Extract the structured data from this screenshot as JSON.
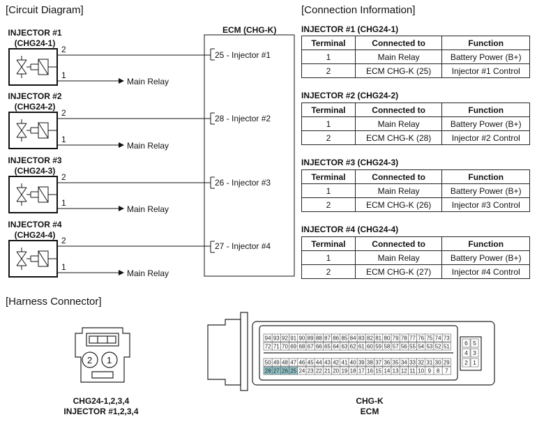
{
  "sections": {
    "circuit_diagram": "[Circuit Diagram]",
    "connection_info": "[Connection Information]",
    "harness_connector": "[Harness Connector]"
  },
  "ecm_label": "ECM (CHG-K)",
  "injectors": [
    {
      "name": "INJECTOR #1",
      "code": "(CHG24-1)",
      "pin_top": "2",
      "pin_bottom": "1",
      "relay": "Main Relay",
      "ecm_pin": "25 - Injector #1"
    },
    {
      "name": "INJECTOR #2",
      "code": "(CHG24-2)",
      "pin_top": "2",
      "pin_bottom": "1",
      "relay": "Main Relay",
      "ecm_pin": "28 - Injector #2"
    },
    {
      "name": "INJECTOR #3",
      "code": "(CHG24-3)",
      "pin_top": "2",
      "pin_bottom": "1",
      "relay": "Main Relay",
      "ecm_pin": "26 - Injector #3"
    },
    {
      "name": "INJECTOR #4",
      "code": "(CHG24-4)",
      "pin_top": "2",
      "pin_bottom": "1",
      "relay": "Main Relay",
      "ecm_pin": "27 - Injector #4"
    }
  ],
  "tables": [
    {
      "title": "INJECTOR #1 (CHG24-1)",
      "rows": [
        [
          "1",
          "Main Relay",
          "Battery Power (B+)"
        ],
        [
          "2",
          "ECM CHG-K (25)",
          "Injector #1 Control"
        ]
      ]
    },
    {
      "title": "INJECTOR #2 (CHG24-2)",
      "rows": [
        [
          "1",
          "Main Relay",
          "Battery Power (B+)"
        ],
        [
          "2",
          "ECM CHG-K (28)",
          "Injector #2 Control"
        ]
      ]
    },
    {
      "title": "INJECTOR #3 (CHG24-3)",
      "rows": [
        [
          "1",
          "Main Relay",
          "Battery Power (B+)"
        ],
        [
          "2",
          "ECM CHG-K (26)",
          "Injector #3 Control"
        ]
      ]
    },
    {
      "title": "INJECTOR #4 (CHG24-4)",
      "rows": [
        [
          "1",
          "Main Relay",
          "Battery Power (B+)"
        ],
        [
          "2",
          "ECM CHG-K (27)",
          "Injector #4 Control"
        ]
      ]
    }
  ],
  "table_headers": [
    "Terminal",
    "Connected to",
    "Function"
  ],
  "connector_pins": [
    "2",
    "1"
  ],
  "connector_caption": {
    "line1": "CHG24-1,2,3,4",
    "line2": "INJECTOR #1,2,3,4"
  },
  "ecm_caption": {
    "line1": "CHG-K",
    "line2": "ECM"
  },
  "ecm_rows": [
    [
      "94",
      "93",
      "92",
      "91",
      "90",
      "89",
      "88",
      "87",
      "86",
      "85",
      "84",
      "83",
      "82",
      "81",
      "80",
      "79",
      "78",
      "77",
      "76",
      "75",
      "74",
      "73"
    ],
    [
      "72",
      "71",
      "70",
      "69",
      "68",
      "67",
      "66",
      "65",
      "64",
      "63",
      "62",
      "61",
      "60",
      "59",
      "58",
      "57",
      "56",
      "55",
      "54",
      "53",
      "52",
      "51"
    ],
    [
      "50",
      "49",
      "48",
      "47",
      "46",
      "45",
      "44",
      "43",
      "42",
      "41",
      "40",
      "39",
      "38",
      "37",
      "36",
      "35",
      "34",
      "33",
      "32",
      "31",
      "30",
      "29"
    ],
    [
      "28",
      "27",
      "26",
      "25",
      "24",
      "23",
      "22",
      "21",
      "20",
      "19",
      "18",
      "17",
      "16",
      "15",
      "14",
      "13",
      "12",
      "11",
      "10",
      "9",
      "8",
      "7"
    ]
  ],
  "ecm_small_pins": [
    [
      "6",
      "5"
    ],
    [
      "4",
      "3"
    ],
    [
      "2",
      "1"
    ]
  ],
  "highlight_pins": [
    "28",
    "27",
    "26",
    "25"
  ],
  "colors": {
    "highlight": "#8fc3c9"
  }
}
